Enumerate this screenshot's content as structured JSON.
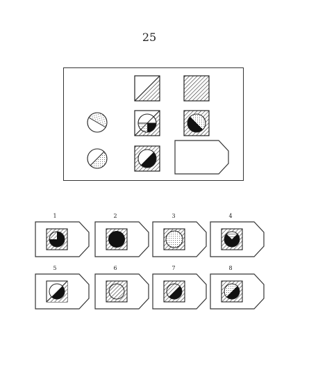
{
  "puzzle": {
    "number": "25"
  },
  "options": [
    {
      "label": "1"
    },
    {
      "label": "2"
    },
    {
      "label": "3"
    },
    {
      "label": "4"
    },
    {
      "label": "5"
    },
    {
      "label": "6"
    },
    {
      "label": "7"
    },
    {
      "label": "8"
    }
  ]
}
